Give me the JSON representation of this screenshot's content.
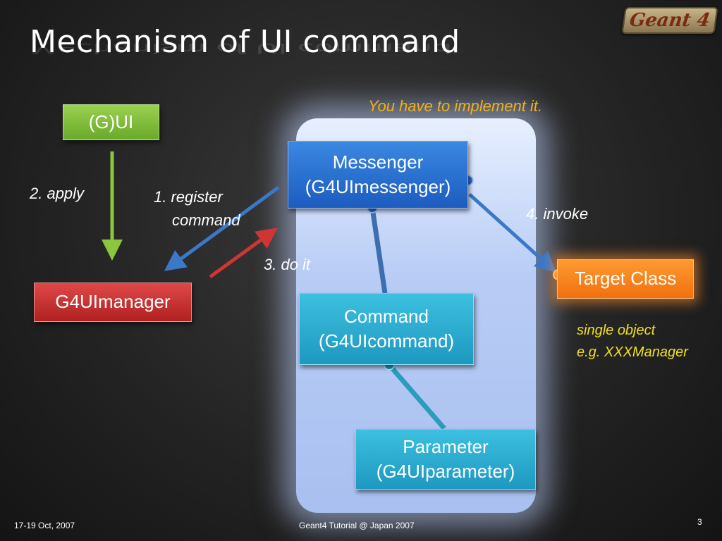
{
  "slide": {
    "title": "Mechanism of UI command",
    "logo_text": "Geant 4"
  },
  "boxes": {
    "gui": "(G)UI",
    "manager": "G4UImanager",
    "messenger_line1": "Messenger",
    "messenger_line2": "(G4UImessenger)",
    "command_line1": "Command",
    "command_line2": "(G4UIcommand)",
    "parameter_line1": "Parameter",
    "parameter_line2": "(G4UIparameter)",
    "target": "Target Class"
  },
  "labels": {
    "apply": "2. apply",
    "register_line1": "1. register",
    "register_line2": "command",
    "do_it": "3. do it",
    "invoke": "4. invoke"
  },
  "notes": {
    "implement": "You have to implement it.",
    "single_object": "single object",
    "example": "e.g. XXXManager"
  },
  "footer": {
    "date": "17-19 Oct, 2007",
    "event": "Geant4 Tutorial @ Japan 2007",
    "page": "3"
  },
  "colors": {
    "implement_note": "#f2b018",
    "target_note": "#f0e020",
    "apply_arrow": "#8cc63f",
    "register_arrow": "#3b78c8",
    "do_it_arrow": "#d03434",
    "invoke_arrow": "#3b78c8"
  }
}
